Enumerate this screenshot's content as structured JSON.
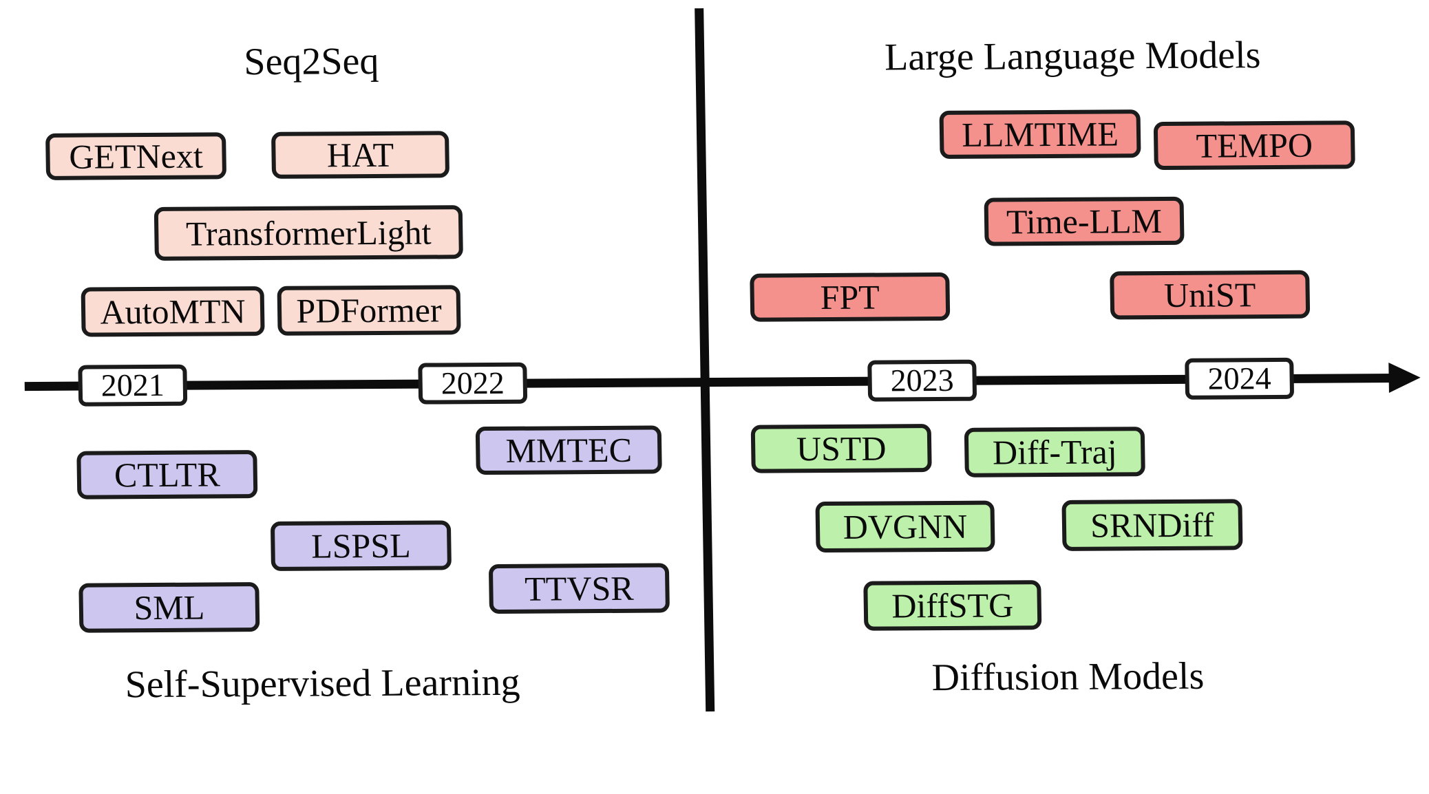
{
  "figure": {
    "description": "Timeline diagram of time-series / spatio-temporal model families",
    "axis_years": [
      "2021",
      "2022",
      "2023",
      "2024"
    ],
    "line_color": "#0c0c0c",
    "box_border_color": "#1b1b1b"
  },
  "quadrants": {
    "seq2seq": {
      "title": "Seq2Seq",
      "color": "#fadcd3",
      "boxes": [
        "GETNext",
        "HAT",
        "TransformerLight",
        "AutoMTN",
        "PDFormer"
      ]
    },
    "llm": {
      "title": "Large Language Models",
      "color": "#f4918d",
      "boxes": [
        "LLMTIME",
        "TEMPO",
        "Time-LLM",
        "FPT",
        "UniST"
      ]
    },
    "ssl": {
      "title": "Self-Supervised Learning",
      "color": "#cdc6ee",
      "boxes": [
        "CTLTR",
        "LSPSL",
        "SML",
        "MMTEC",
        "TTVSR"
      ]
    },
    "diffusion": {
      "title": "Diffusion Models",
      "color": "#bdf0aa",
      "boxes": [
        "USTD",
        "Diff-Traj",
        "DVGNN",
        "SRNDiff",
        "DiffSTG"
      ]
    }
  }
}
